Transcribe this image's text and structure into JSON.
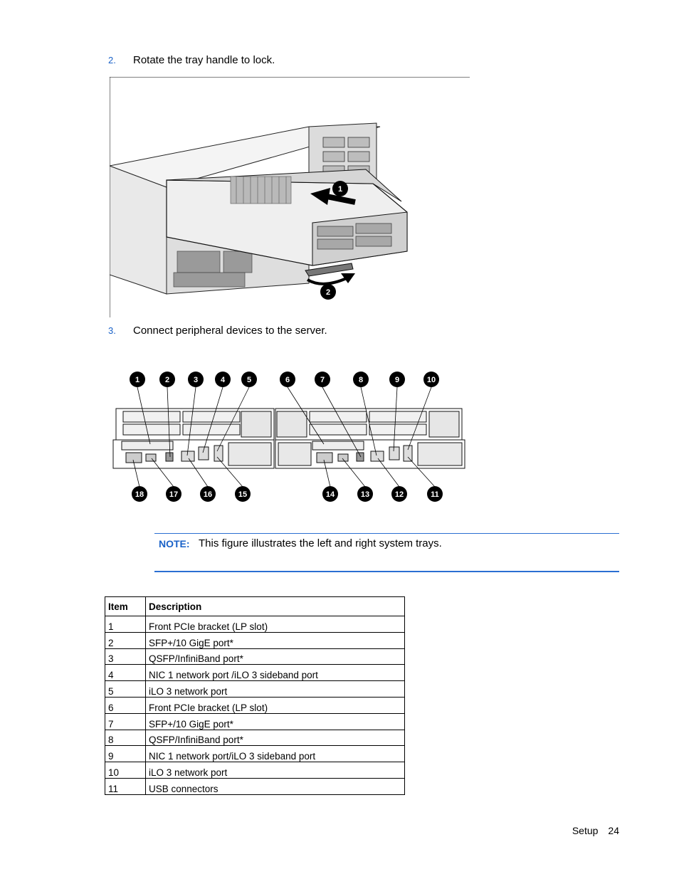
{
  "steps": [
    {
      "number": "2.",
      "text": "Rotate the tray handle to lock."
    },
    {
      "number": "3.",
      "text": "Connect peripheral devices to the server."
    }
  ],
  "figure1": {
    "callouts": [
      "1",
      "2"
    ]
  },
  "figure2": {
    "top_callouts": [
      "1",
      "2",
      "3",
      "4",
      "5",
      "6",
      "7",
      "8",
      "9",
      "10"
    ],
    "bottom_callouts": [
      "18",
      "17",
      "16",
      "15",
      "14",
      "13",
      "12",
      "11"
    ]
  },
  "note": {
    "label": "NOTE:",
    "text": "This figure illustrates the left and right system trays."
  },
  "table": {
    "headers": [
      "Item",
      "Description"
    ],
    "rows": [
      [
        "1",
        "Front PCIe bracket (LP slot)"
      ],
      [
        "2",
        "SFP+/10 GigE port*"
      ],
      [
        "3",
        "QSFP/InfiniBand port*"
      ],
      [
        "4",
        "NIC 1 network port /iLO 3 sideband port"
      ],
      [
        "5",
        "iLO 3 network port"
      ],
      [
        "6",
        "Front PCIe bracket (LP slot)"
      ],
      [
        "7",
        "SFP+/10 GigE port*"
      ],
      [
        "8",
        "QSFP/InfiniBand port*"
      ],
      [
        "9",
        "NIC 1 network port/iLO 3 sideband port"
      ],
      [
        "10",
        "iLO 3 network port"
      ],
      [
        "11",
        "USB connectors"
      ]
    ]
  },
  "footer": {
    "section": "Setup",
    "page": "24"
  }
}
